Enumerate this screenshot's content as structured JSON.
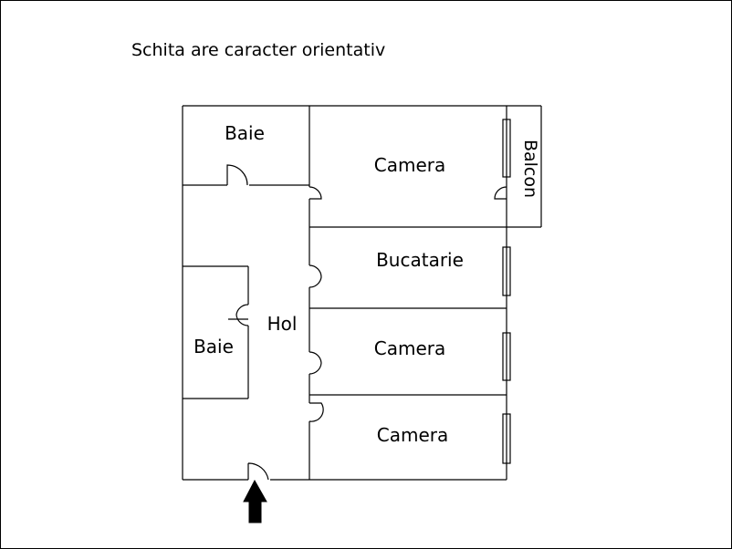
{
  "note": "Schita are caracter orientativ",
  "rooms": {
    "baie_top": "Baie",
    "camera_top": "Camera",
    "balcon": "Balcon",
    "bucatarie": "Bucatarie",
    "hol": "Hol",
    "baie_left": "Baie",
    "camera_middle": "Camera",
    "camera_bottom": "Camera"
  },
  "colors": {
    "line": "#000000",
    "background": "#ffffff"
  },
  "icons": {
    "entrance": "arrow-up-icon"
  }
}
